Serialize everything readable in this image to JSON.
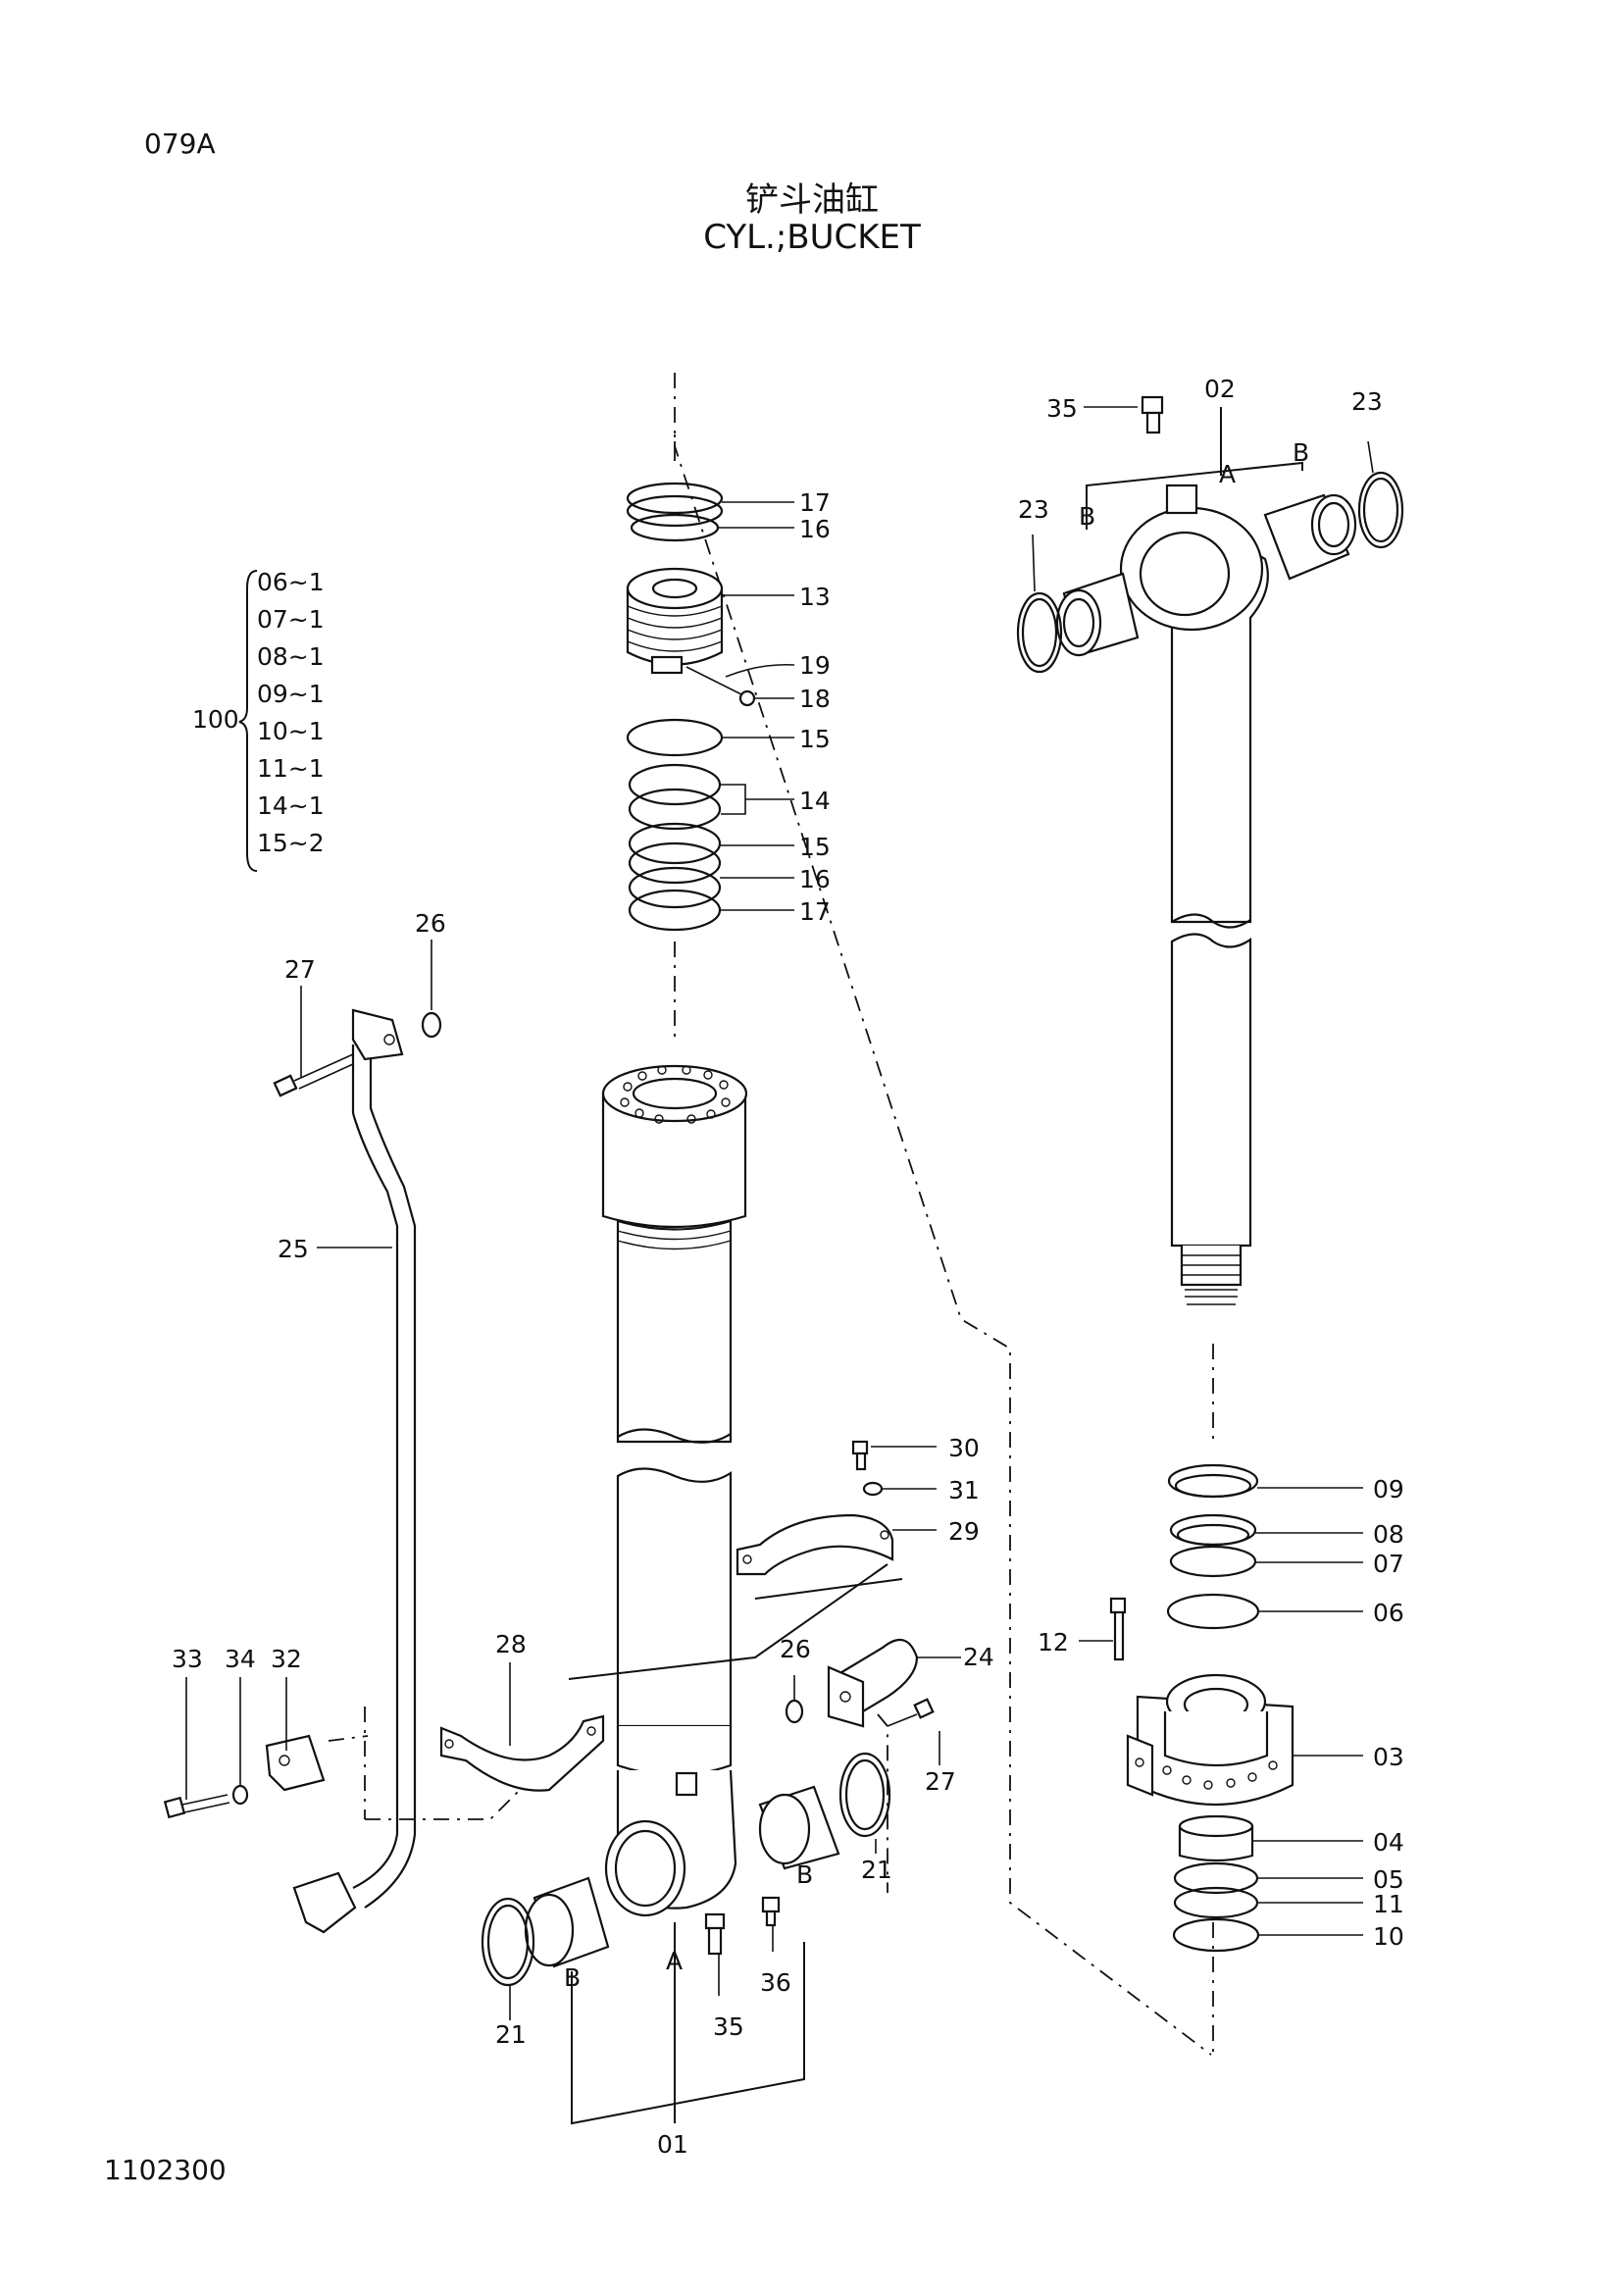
{
  "page_code": "079A",
  "title_cn": "铲斗油缸",
  "title_en": "CYL.;BUCKET",
  "doc_number": "1102300",
  "kit": {
    "label": "100",
    "items": [
      "06~1",
      "07~1",
      "08~1",
      "09~1",
      "10~1",
      "11~1",
      "14~1",
      "15~2"
    ]
  },
  "callouts": {
    "c17a": "17",
    "c16a": "16",
    "c13": "13",
    "c19": "19",
    "c18": "18",
    "c15a": "15",
    "c14": "14",
    "c15b": "15",
    "c16b": "16",
    "c17b": "17",
    "c26a": "26",
    "c27a": "27",
    "c25": "25",
    "c35a": "35",
    "c02": "02",
    "c23a": "23",
    "c23b": "23",
    "cAa": "A",
    "cBa": "B",
    "cBb": "B",
    "c30": "30",
    "c31": "31",
    "c29": "29",
    "c09": "09",
    "c08": "08",
    "c07": "07",
    "c06": "06",
    "c12": "12",
    "c03": "03",
    "c04": "04",
    "c05": "05",
    "c11": "11",
    "c10": "10",
    "c33": "33",
    "c34": "34",
    "c32": "32",
    "c28": "28",
    "c26b": "26",
    "c24": "24",
    "c27b": "27",
    "c21a": "21",
    "c21b": "21",
    "cBc": "B",
    "cBd": "B",
    "cAb": "A",
    "c36": "36",
    "c35b": "35",
    "c01": "01"
  }
}
